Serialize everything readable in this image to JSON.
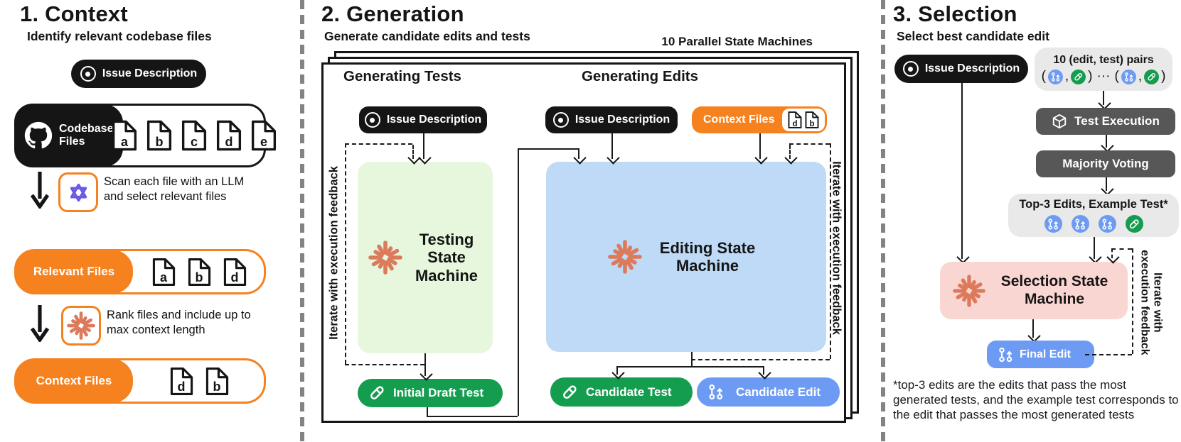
{
  "colors": {
    "black": "#151515",
    "orange": "#F5821F",
    "green": "#159D4F",
    "green_light": "#E7F7DD",
    "blue": "#6D9BF3",
    "blue_light": "#BEDAF7",
    "pink_light": "#FAD6D2",
    "gray_dark": "#575757",
    "gray_light": "#E9E9E9",
    "starburst": "#DC7A5C",
    "llm_logo_purple": "#6B5BE2"
  },
  "panel1": {
    "title": "1. Context",
    "subtitle": "Identify relevant codebase files",
    "issue_pill": "Issue Description",
    "codebase_label": "Codebase Files",
    "codebase_files": [
      "a",
      "b",
      "c",
      "d",
      "e"
    ],
    "step1_line1": "Scan each file with an LLM",
    "step1_line2": "and select relevant files",
    "relevant_label": "Relevant Files",
    "relevant_files": [
      "a",
      "b",
      "d"
    ],
    "step2_line1": "Rank files and include up to",
    "step2_line2": "max context length",
    "context_label": "Context Files",
    "context_files": [
      "d",
      "b"
    ]
  },
  "panel2": {
    "title": "2. Generation",
    "subtitle": "Generate candidate edits and tests",
    "stack_label": "10 Parallel State Machines",
    "tests_heading": "Generating Tests",
    "edits_heading": "Generating Edits",
    "issue_pill": "Issue Description",
    "context_pill": "Context Files",
    "context_pill_files": [
      "d",
      "b"
    ],
    "testing_machine": "Testing State Machine",
    "editing_machine": "Editing State Machine",
    "iterate_label": "Iterate with execution feedback",
    "initial_draft_test": "Initial Draft Test",
    "candidate_test": "Candidate Test",
    "candidate_edit": "Candidate Edit"
  },
  "panel3": {
    "title": "3. Selection",
    "subtitle": "Select best candidate edit",
    "issue_pill": "Issue Description",
    "pairs_title": "10 (edit, test) pairs",
    "paren_open": "(",
    "comma": ",",
    "paren_close": ")",
    "dots": "···",
    "test_execution": "Test Execution",
    "majority_voting": "Majority Voting",
    "top3_title": "Top-3 Edits, Example Test*",
    "selection_machine": "Selection State Machine",
    "final_edit": "Final Edit",
    "iterate_line1": "Iterate with",
    "iterate_line2": "execution feedback",
    "footnote": "*top-3 edits are the edits that pass the most generated tests, and the example test corresponds to the edit that passes the most generated tests"
  }
}
